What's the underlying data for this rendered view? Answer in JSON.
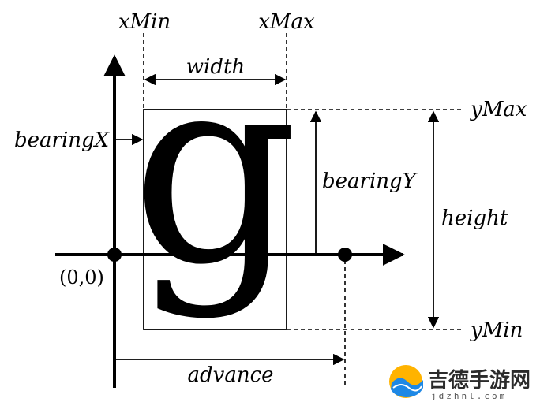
{
  "diagram": {
    "glyph": "g",
    "labels": {
      "xmin": "xMin",
      "xmax": "xMax",
      "width": "width",
      "bearing_x": "bearingX",
      "bearing_y": "bearingY",
      "height": "height",
      "y_max": "yMax",
      "y_min": "yMin",
      "origin": "(0,0)",
      "advance": "advance"
    }
  },
  "watermark": {
    "title": "吉德手游网",
    "domain": "jdzhnl.com"
  }
}
